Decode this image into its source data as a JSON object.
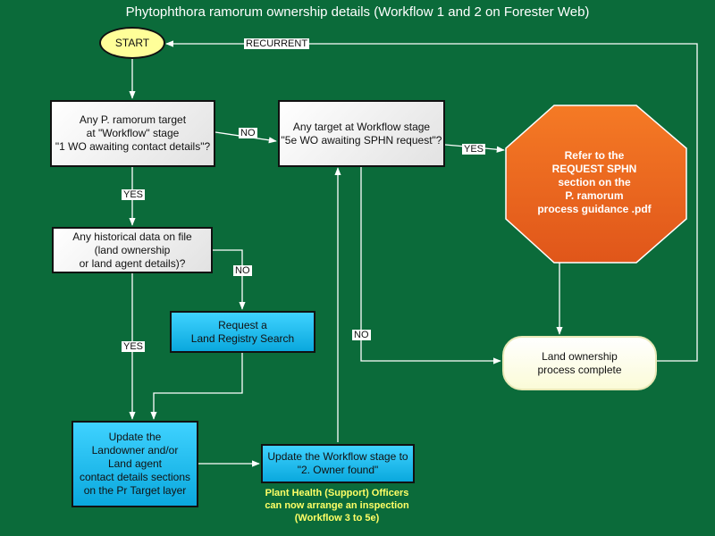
{
  "title": "Phytophthora ramorum  ownership details (Workflow 1 and 2 on Forester Web)",
  "nodes": {
    "start": "START",
    "target_check": "Any P. ramorum target\nat \"Workflow\" stage\n\"1 WO awaiting contact details\"?",
    "sphn_check": "Any target at Workflow stage\n\"5e WO awaiting SPHN request\"?",
    "refer": "Refer to the\nREQUEST SPHN\nsection on the\nP. ramorum\nprocess guidance .pdf",
    "historical_check": "Any historical data on file\n(land ownership\nor land agent details)?",
    "land_registry": "Request a\nLand Registry Search",
    "update_details": "Update the\nLandowner and/or\nLand agent\ncontact details sections\non the Pr Target layer",
    "update_stage": "Update the Workflow stage to\n\"2. Owner found\"",
    "complete": "Land ownership\nprocess  complete"
  },
  "labels": {
    "recurrent": "RECURRENT",
    "no_target": "NO",
    "yes_sphn": "YES",
    "yes_target": "YES",
    "no_historical": "NO",
    "yes_historical": "YES",
    "no_sphn": "NO"
  },
  "footnote": "Plant Health (Support) Officers\ncan now arrange an inspection\n(Workflow 3 to 5e)",
  "colors": {
    "background": "#0b6b3a",
    "octagon": "#e8601c",
    "start": "#ffff99",
    "blue_box": "#18bde9",
    "footnote": "#ffff66"
  }
}
